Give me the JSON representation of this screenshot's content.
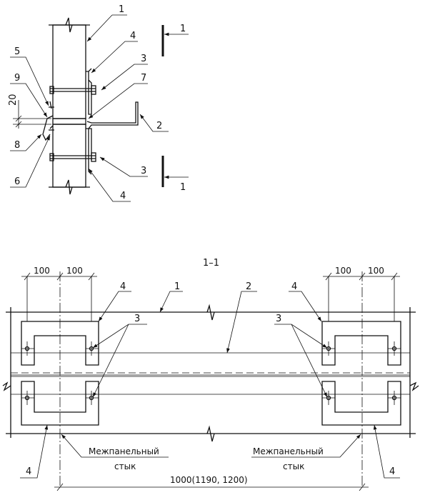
{
  "detail": {
    "callouts": {
      "c1": "1",
      "c4_top": "4",
      "c5": "5",
      "c9": "9",
      "c3_top": "3",
      "c7": "7",
      "c2": "2",
      "c8": "8",
      "c6": "6",
      "c3_bot": "3",
      "c4_bot": "4"
    },
    "dimension_20": "20",
    "section_marks": {
      "top": "1",
      "bottom": "1"
    }
  },
  "section": {
    "title": "1–1",
    "dims_left": [
      "100",
      "100"
    ],
    "dims_right": [
      "100",
      "100"
    ],
    "callouts": {
      "c4_tl": "4",
      "c1": "1",
      "c2": "2",
      "c4_tr": "4",
      "c3_l": "3",
      "c3_r": "3",
      "c4_bl": "4",
      "c4_br": "4"
    },
    "joint_label_line1": "Межпанельный",
    "joint_label_line2": "стык",
    "span_dimension": "1000(1190, 1200)"
  }
}
